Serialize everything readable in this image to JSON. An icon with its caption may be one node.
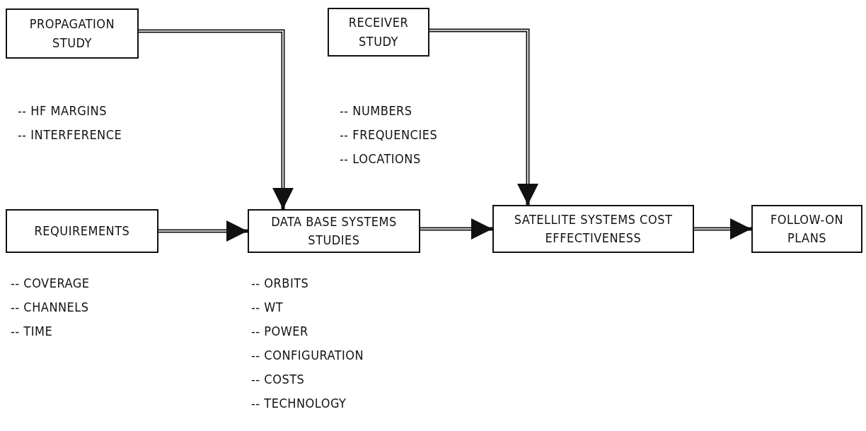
{
  "diagram": {
    "nodes": [
      {
        "text": [
          "PROPAGATION STUDY"
        ],
        "beside": [
          "-- HF MARGINS",
          "-- INTERFERENCE"
        ]
      },
      {
        "text": [
          "RECEIVER STUDY"
        ],
        "beside": [
          "-- NUMBERS",
          "-- FREQUENCIES",
          "-- LOCATIONS"
        ]
      },
      {
        "text": [
          "REQUIREMENTS"
        ],
        "beside": [
          "-- COVERAGE",
          "-- CHANNELS",
          "-- TIME"
        ]
      },
      {
        "text": [
          "DATA BASE SYSTEMS STUDIES"
        ],
        "beside": [
          "-- ORBITS",
          "-- WT",
          "-- POWER",
          "-- CONFIGURATION",
          "-- COSTS",
          "-- TECHNOLOGY"
        ]
      },
      {
        "text": [
          "SATELLITE SYSTEMS COST EFFECTIVENESS"
        ]
      },
      {
        "text": [
          "FOLLOW-ON PLANS"
        ]
      }
    ],
    "edges": [
      {
        "from": 0,
        "to": 3,
        "arrow": "to"
      },
      {
        "from": 1,
        "to": 4,
        "arrow": "to"
      },
      {
        "from": 2,
        "to": 3,
        "arrow": "to"
      },
      {
        "from": 3,
        "to": 4,
        "arrow": "to"
      },
      {
        "from": 4,
        "to": 5,
        "arrow": "to"
      }
    ]
  }
}
